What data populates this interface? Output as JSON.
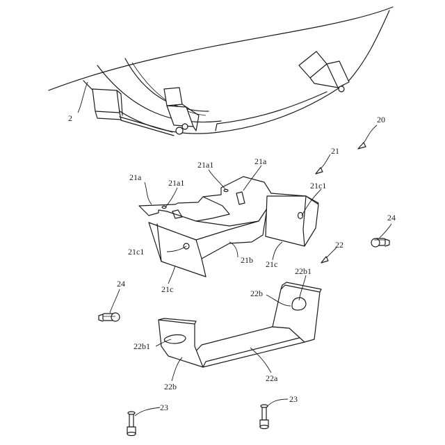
{
  "labels": {
    "l2": "2",
    "l20": "20",
    "l21": "21",
    "l21a_left": "21a",
    "l21a1_left": "21a1",
    "l21a1_top": "21a1",
    "l21a_top": "21a",
    "l21c1_right": "21c1",
    "l21c1_left": "21c1",
    "l21b": "21b",
    "l21c_right": "21c",
    "l21c_left": "21c",
    "l22": "22",
    "l24_right": "24",
    "l24_left": "24",
    "l22b1_top": "22b1",
    "l22b_top": "22b",
    "l22b1_left": "22b1",
    "l22b_bottom": "22b",
    "l22a": "22a",
    "l23_left": "23",
    "l23_right": "23"
  }
}
